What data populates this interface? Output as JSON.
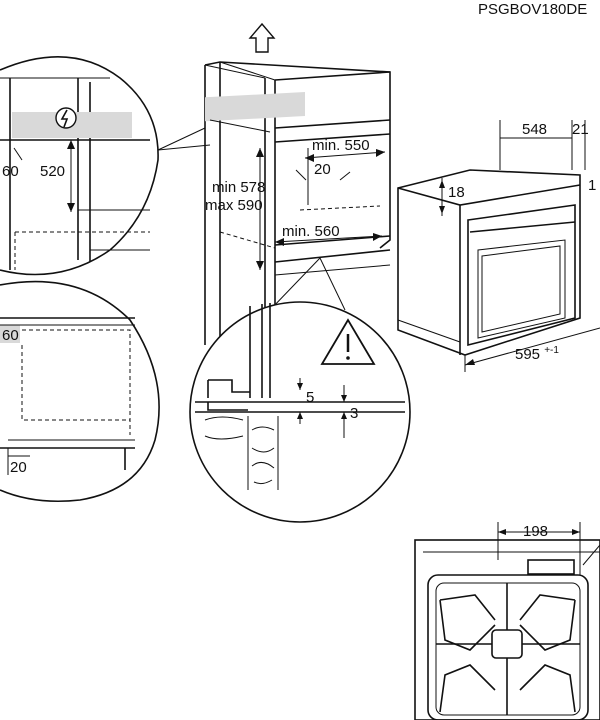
{
  "model_code": "PSGBOV180DE",
  "dimensions": {
    "min_550": "min. 550",
    "d20_upper": "20",
    "min_578": "min 578",
    "max_590": "max 590",
    "min_560": "min. 560",
    "d548": "548",
    "d21": "21",
    "d1_partial": "1",
    "d18": "18",
    "d595": "595",
    "d595_tol": "+-1",
    "d520": "520",
    "d60_upper": "60",
    "d60_lower": "60",
    "d20_lower": "20",
    "d5": "5",
    "d3": "3",
    "d198": "198"
  },
  "icons": {
    "warning": "warning-triangle-icon",
    "electric": "electric-hazard-icon",
    "up_arrow": "up-arrow-icon"
  }
}
